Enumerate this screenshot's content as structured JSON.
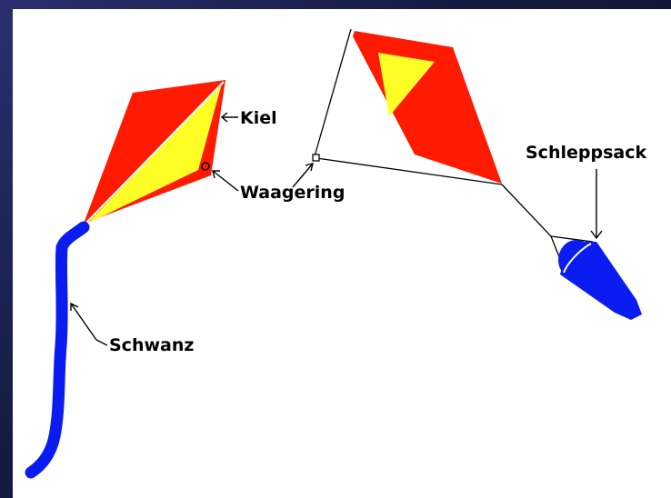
{
  "labels": {
    "kiel": "Kiel",
    "waagering": "Waagering",
    "schwanz": "Schwanz",
    "schleppsack": "Schleppsack"
  },
  "colors": {
    "sail_red": "#ff1a00",
    "spine_yellow": "#ffff26",
    "tail_blue": "#0a1cf0",
    "background": "#ffffff"
  }
}
